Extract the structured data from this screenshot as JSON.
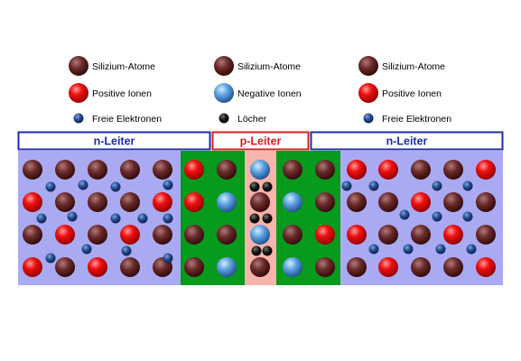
{
  "colors": {
    "n_region": "#aaaaf2",
    "p_region": "#f7b4ab",
    "junction": "#079a1c",
    "n_border": "#1f2ea6",
    "n_text": "#1f2ea6",
    "p_border": "#d81f1f",
    "p_text": "#d81f1f"
  },
  "legend": {
    "silicon": "Silizium-Atome",
    "positive_ion": "Positive Ionen",
    "free_electron": "Freie Elektronen",
    "negative_ion": "Negative Ionen",
    "hole": "Löcher"
  },
  "regions": {
    "n_left": "n-Leiter",
    "p_middle": "p-Leiter",
    "n_right": "n-Leiter"
  },
  "particle_types": [
    "silicon-atom",
    "positive-ion",
    "negative-ion",
    "free-electron",
    "hole"
  ]
}
